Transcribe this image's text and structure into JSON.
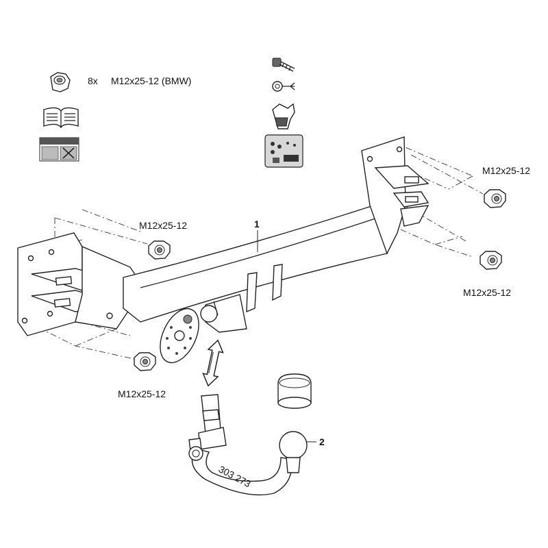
{
  "kit": {
    "nut_quantity": "8x",
    "nut_spec": "M12x25-12 (BMW)"
  },
  "labels": {
    "nut_upper_left": "M12x25-12",
    "nut_lower_left": "M12x25-12",
    "nut_upper_right": "M12x25-12",
    "nut_lower_right": "M12x25-12",
    "part_1": "1",
    "part_2": "2",
    "ball_code": "303 273"
  },
  "icons": {
    "nut": "hex-nut-icon",
    "manual": "open-book-icon",
    "warning_sticker": "warning-sticker-icon",
    "screw": "screw-icon",
    "key": "key-icon",
    "clip": "clip-icon",
    "socket_panel": "socket-panel-icon"
  },
  "colors": {
    "line": "#222222",
    "background": "#ffffff"
  }
}
